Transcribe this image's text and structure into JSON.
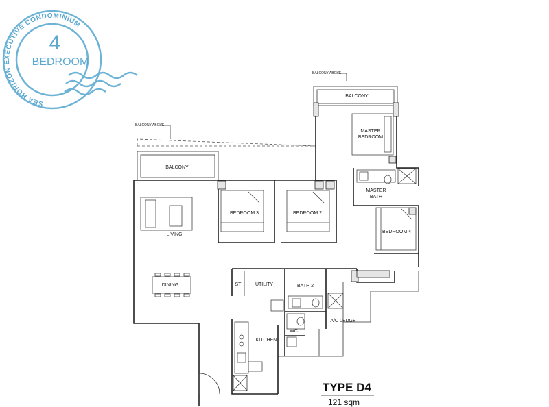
{
  "stamp": {
    "ring_text": "SEA HORIZON EXECUTIVE CONDOMINIUM",
    "number": "4",
    "word": "BEDROOM",
    "color": "#6db3d6"
  },
  "rooms": {
    "balcony_above_top": "BALCONY ABOVE",
    "balcony_top": "BALCONY",
    "balcony_above_left": "BALCONY ABOVE",
    "balcony_left": "BALCONY",
    "master_bedroom_1": "MASTER",
    "master_bedroom_2": "BEDROOM",
    "master_bath_1": "MASTER",
    "master_bath_2": "BATH",
    "bedroom_3": "BEDROOM 3",
    "bedroom_2": "BEDROOM 2",
    "bedroom_4": "BEDROOM 4",
    "living": "LIVING",
    "dining": "DINING",
    "st": "ST",
    "utility": "UTILITY",
    "bath_2": "BATH 2",
    "ac_ledge": "A/C LEDGE",
    "wc": "WC",
    "kitchen": "KITCHEN"
  },
  "unit": {
    "type": "TYPE D4",
    "area": "121 sqm"
  }
}
